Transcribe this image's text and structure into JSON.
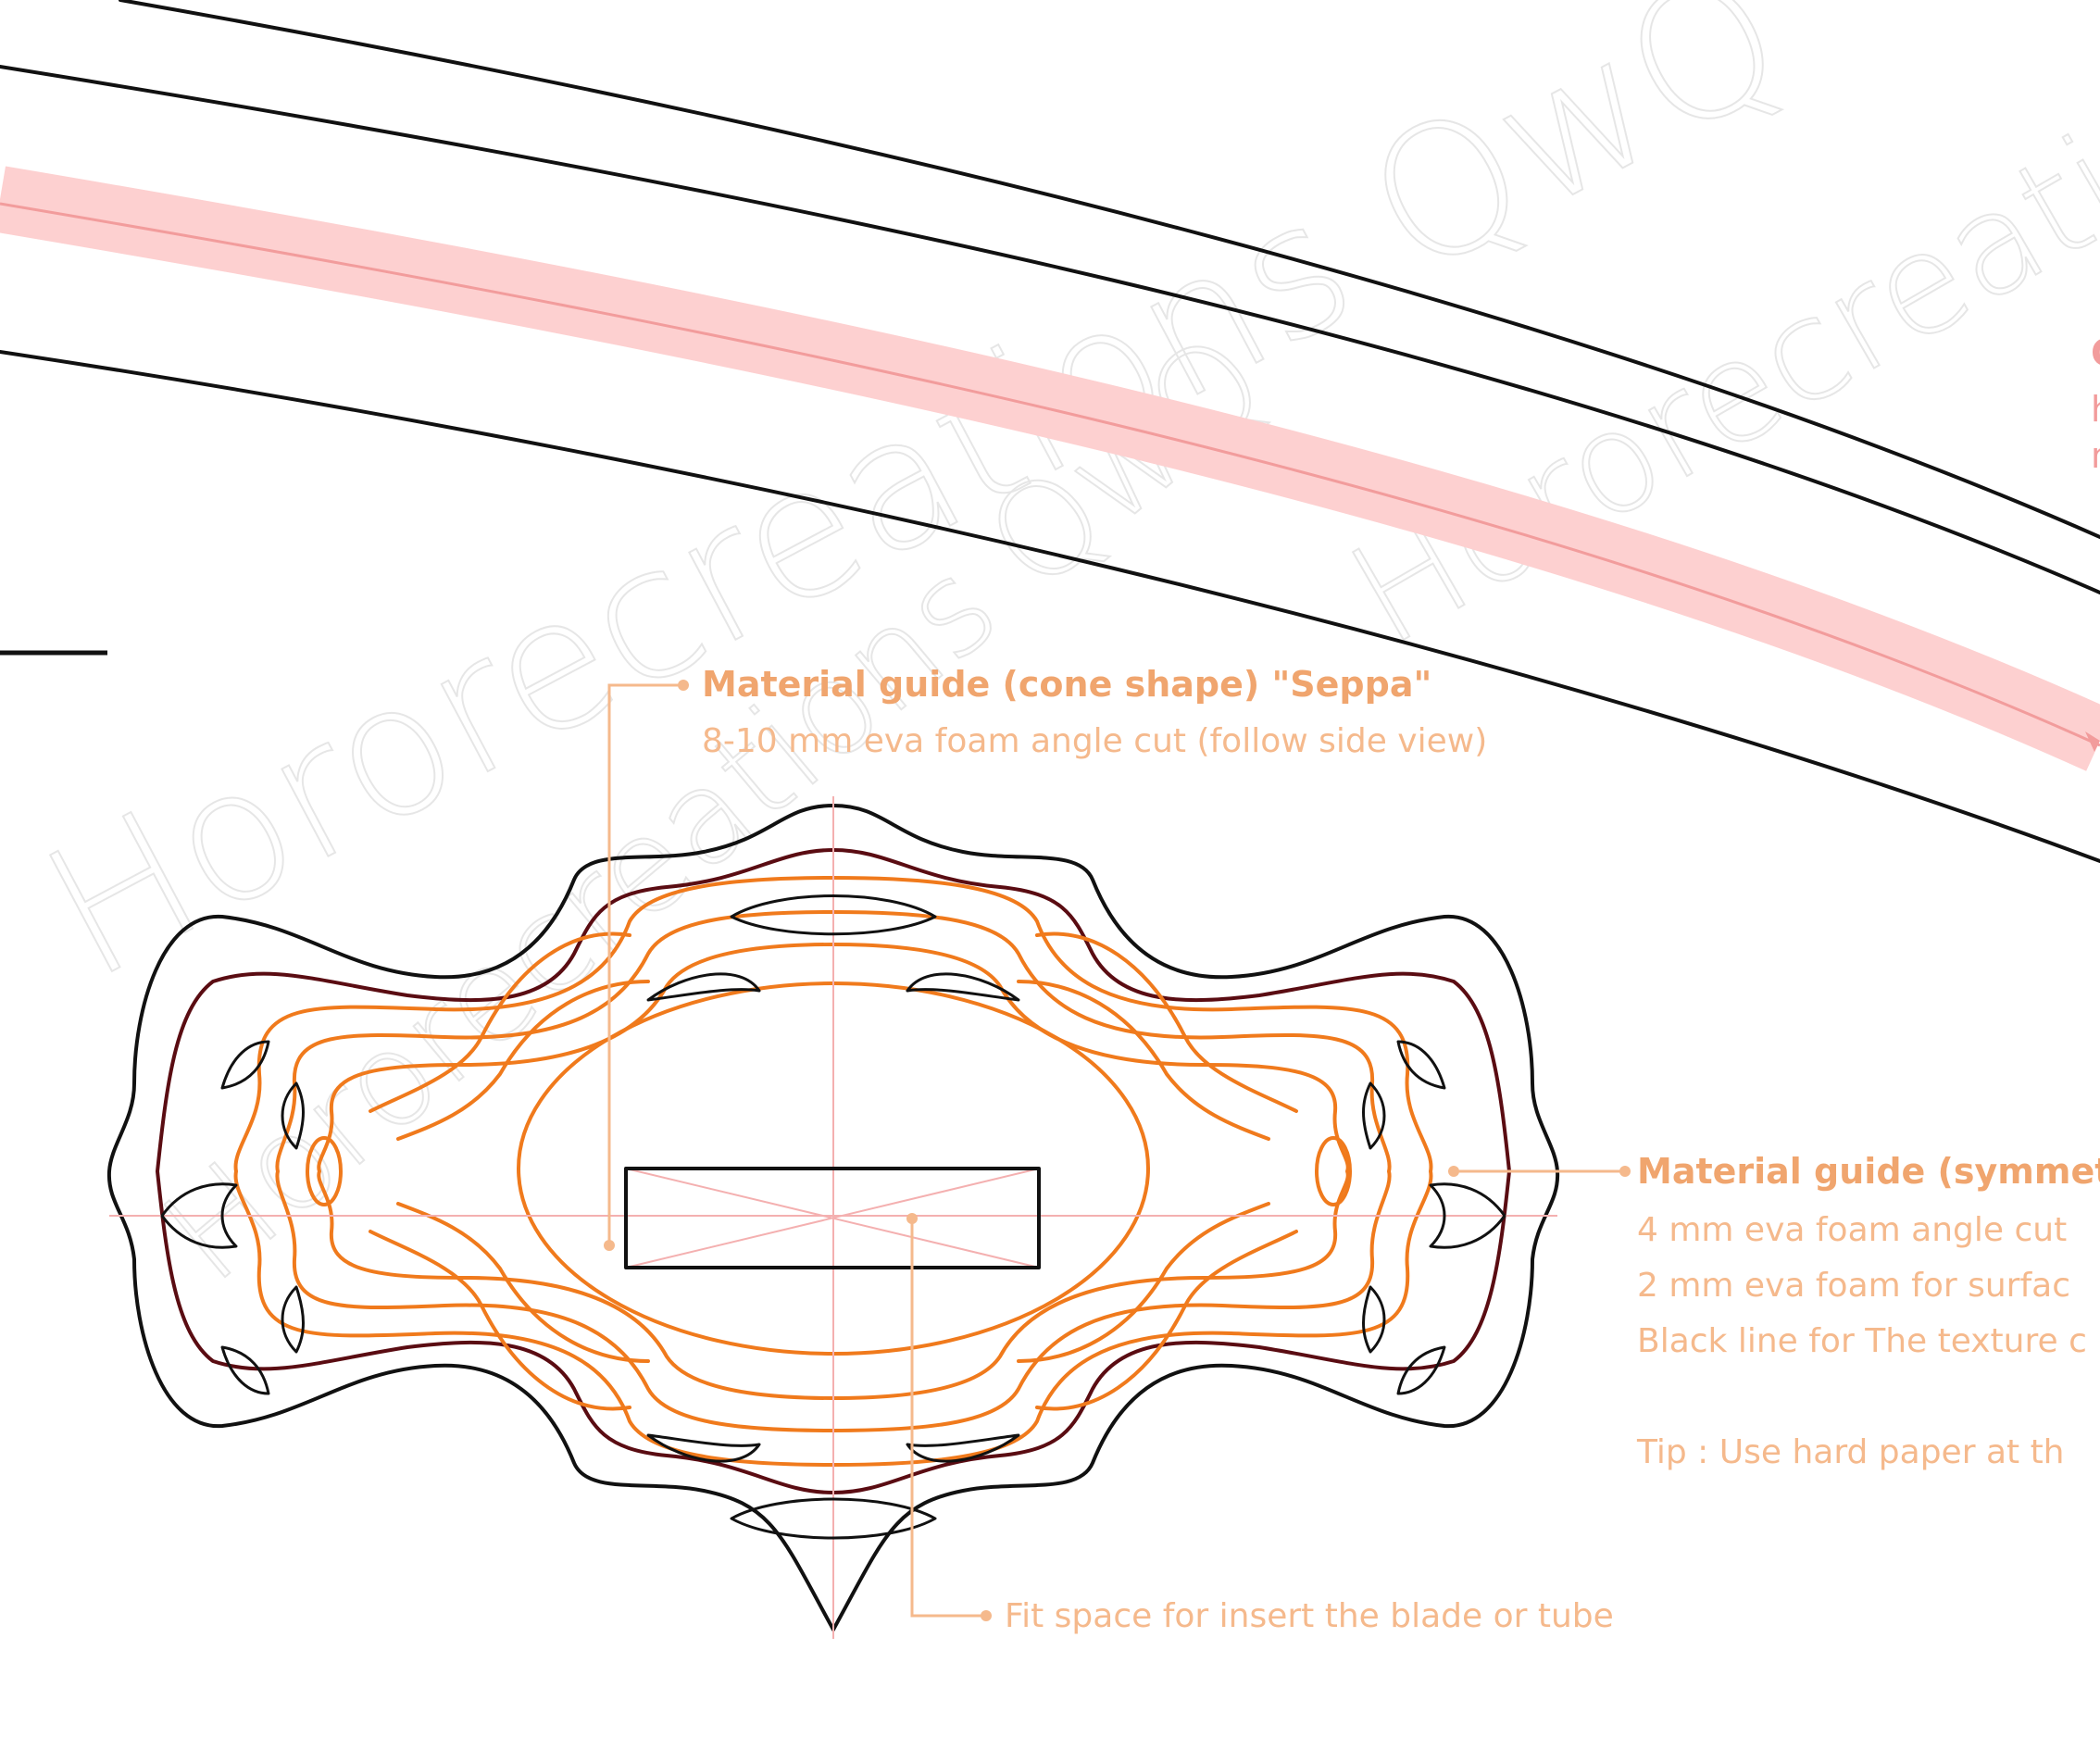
{
  "labels": {
    "seppa_title": "Material guide (cone shape) \"Seppa\"",
    "seppa_body": "8-10 mm eva foam angle cut (follow side view)",
    "sym_title": "Material guide (symmetr",
    "sym_line1": "4 mm eva foam angle cut",
    "sym_line2": "2 mm eva foam for surfac",
    "sym_line3": "Black line for The texture c",
    "sym_tip": "Tip : Use hard paper at th",
    "fit_space": "Fit space for insert the blade or tube",
    "edge_1": "C",
    "edge_2": "h",
    "edge_3": "n"
  },
  "watermarks": {
    "large": "Hororecreations QwQ",
    "small": "Hororecreations QwQ",
    "top": "Hororecreations QwQ"
  },
  "colors": {
    "outline": "#111111",
    "maroon": "#5a0c12",
    "orange": "#f07a1c",
    "pink_band": "#fdd0d0",
    "pink_line": "#f29c9c",
    "label_title": "#f0a56e",
    "label_body": "#f5b98c",
    "watermark": "#e6e6e6"
  }
}
